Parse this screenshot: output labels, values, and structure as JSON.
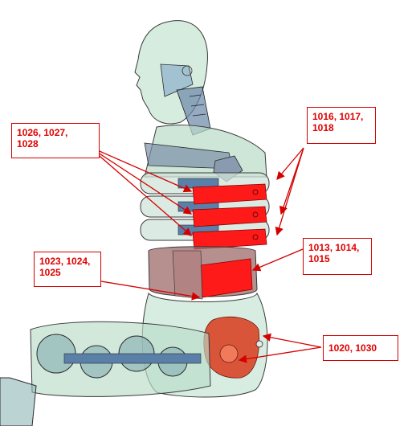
{
  "callouts": {
    "c1": "1026, 1027,\n1028",
    "c2": "1016, 1017,\n1018",
    "c3": "1023, 1024,\n1025",
    "c4": "1013, 1014,\n1015",
    "c5": "1020, 1030"
  },
  "colors": {
    "label_text": "#e00000",
    "label_border": "#d40000",
    "leader_line": "#d40000",
    "highlight_part": "#ff1a1a",
    "dummy_body": "#b9dcc8",
    "dummy_outline": "#2b2b2b",
    "metal_part": "#5a7fa8"
  }
}
